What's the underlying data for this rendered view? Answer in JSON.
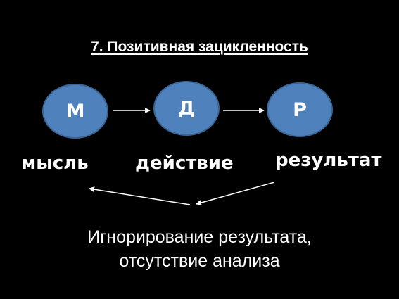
{
  "title": "7. Позитивная зацикленность",
  "nodes": [
    {
      "letter": "М",
      "label": "мысль"
    },
    {
      "letter": "Д",
      "label": "действие"
    },
    {
      "letter": "Р",
      "label": "результат"
    }
  ],
  "note": {
    "line1": "Игнорирование результата,",
    "line2": "отсутствие анализа"
  },
  "colors": {
    "background": "#000000",
    "node_fill": "#4f81bd",
    "text": "#ffffff"
  }
}
